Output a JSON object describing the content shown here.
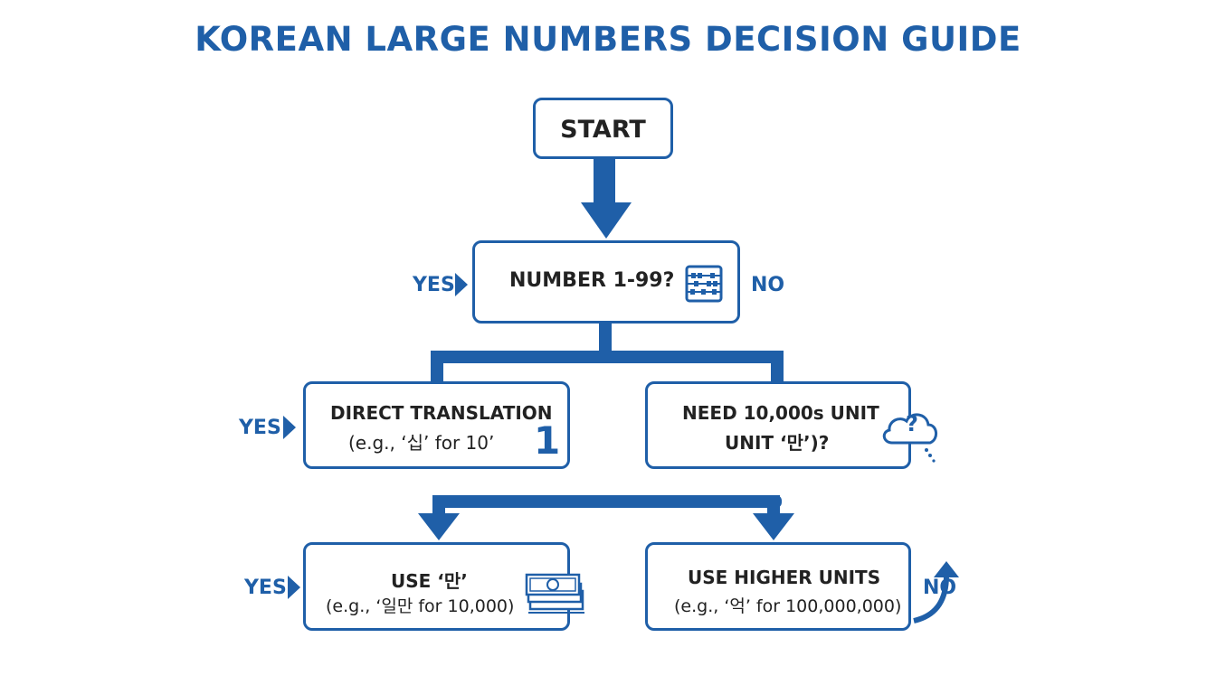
{
  "title": "KOREAN LARGE NUMBERS DECISION GUIDE",
  "colors": {
    "accent": "#1f5fa8",
    "text": "#222222",
    "background": "#ffffff"
  },
  "nodes": {
    "start": {
      "text": "START"
    },
    "q1": {
      "text": "NUMBER 1-99?",
      "icon": "abacus-icon"
    },
    "direct": {
      "line1": "DIRECT TRANSLATION",
      "line2": "(e.g., ‘십’ for 10’",
      "icon_text": "1"
    },
    "q2": {
      "line1": "NEED 10,000s UNIT",
      "line2": "UNIT ‘만’)?",
      "icon": "cloud-question-icon",
      "icon_text": "?"
    },
    "use_man": {
      "line1": "USE ‘만’",
      "line2": "(e.g., ‘일만 for 10,000)",
      "icon": "money-stack-icon"
    },
    "higher": {
      "line1": "USE HIGHER UNITS",
      "line2": "(e.g., ‘억’ for 100,000,000)"
    }
  },
  "labels": {
    "yes_q1": "YES",
    "no_q1": "NO",
    "yes_direct": "YES",
    "yes_use_man": "YES",
    "no_higher": "NO"
  }
}
